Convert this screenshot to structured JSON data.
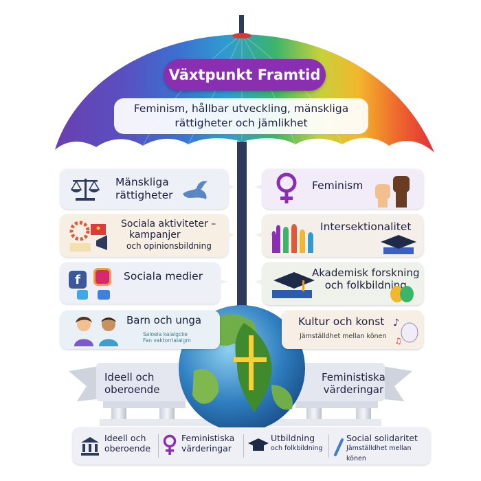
{
  "header": {
    "title": "Växtpunkt Framtid",
    "subtitle_line1": "Feminism, hållbar utveckling, mänskliga",
    "subtitle_line2": "rättigheter och jämlikhet"
  },
  "left_cards": [
    {
      "line1": "Mänskliga",
      "line2": "rättigheter",
      "icon": "scales-icon"
    },
    {
      "line1": "Sociala aktiviteter –",
      "line2": "kampanjer",
      "line3": "och opinionsbildning",
      "icon": "megaphone-icon"
    },
    {
      "line1": "Sociala medier",
      "icon": "social-media-icons"
    },
    {
      "line1": "Barn och unga",
      "sub1": "Saloela kaialgcke",
      "sub2": "Fan vaktorrialaigm",
      "icon": "children-icon"
    }
  ],
  "right_cards": [
    {
      "line1": "Feminism",
      "icon": "venus-icon"
    },
    {
      "line1": "Intersektionalitet",
      "icon": "raised-hands-icon"
    },
    {
      "line1": "Akademisk forskning",
      "line2": "och folkbildning",
      "icon": "graduation-cap-icon"
    },
    {
      "line1": "Kultur och konst",
      "sub": "Jämställdhet mellan könen",
      "icon": "theater-masks-icon"
    }
  ],
  "banner": {
    "left_line1": "Ideell och",
    "left_line2": "oberoende",
    "right_line1": "Feministiska",
    "right_line2": "värderingar"
  },
  "bottom_bar": [
    {
      "line1": "Ideell och",
      "line2": "oberoende",
      "icon": "building-icon"
    },
    {
      "line1": "Feministiska",
      "line2": "värderingar",
      "icon": "venus-icon"
    },
    {
      "line1": "Utbildning",
      "line2": "och folkbildning",
      "icon": "graduation-cap-icon"
    },
    {
      "line1": "Social solidaritet",
      "line2": "Jämställdhet mellan könen",
      "icon": "ribbon-icon"
    }
  ],
  "colors": {
    "title_bg": "#8b2fb2",
    "pole": "#2c3a5e",
    "rainbow": [
      "#6a3fb0",
      "#3b5fc4",
      "#2f9bd0",
      "#3bb56a",
      "#c6d13a",
      "#f2b72c",
      "#ef6a2c",
      "#e0303a"
    ]
  }
}
